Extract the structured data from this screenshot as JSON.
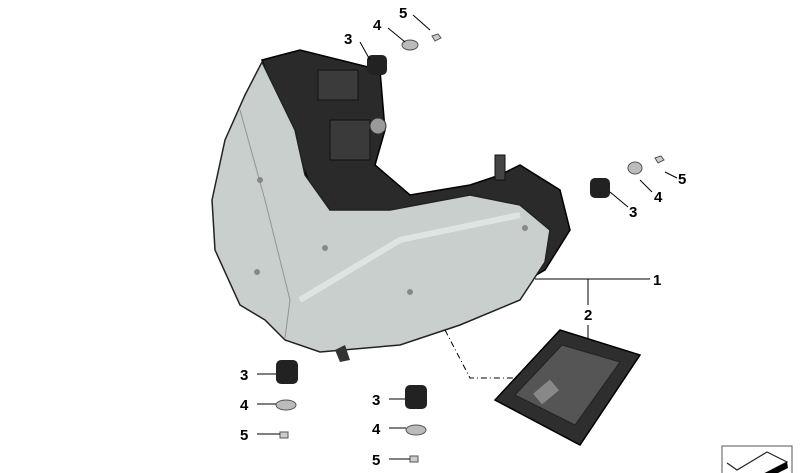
{
  "diagram": {
    "callouts": [
      {
        "id": "top-5",
        "text": "5"
      },
      {
        "id": "top-4",
        "text": "4"
      },
      {
        "id": "top-3",
        "text": "3"
      },
      {
        "id": "right-5",
        "text": "5"
      },
      {
        "id": "right-4",
        "text": "4"
      },
      {
        "id": "right-3",
        "text": "3"
      },
      {
        "id": "part-1",
        "text": "1"
      },
      {
        "id": "part-2",
        "text": "2"
      },
      {
        "id": "left-3",
        "text": "3"
      },
      {
        "id": "left-4",
        "text": "4"
      },
      {
        "id": "left-5",
        "text": "5"
      },
      {
        "id": "mid-3",
        "text": "3"
      },
      {
        "id": "mid-4",
        "text": "4"
      },
      {
        "id": "mid-5",
        "text": "5"
      }
    ],
    "corner_icon": "parts-diagram-icon"
  }
}
